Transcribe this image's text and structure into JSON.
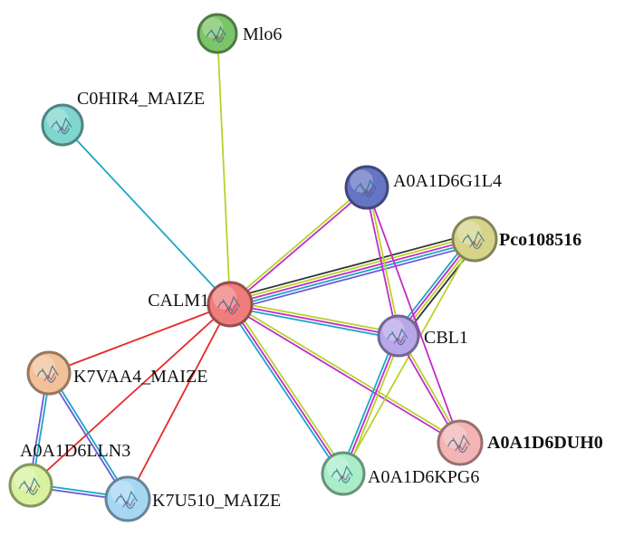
{
  "nodes": [
    {
      "id": "mlo6",
      "label": "Mlo6",
      "color": "#7cc46a",
      "glyph": "protein-structure-icon",
      "bold": false
    },
    {
      "id": "c0hir4",
      "label": "C0HIR4_MAIZE",
      "color": "#7fd6cf",
      "glyph": "protein-structure-icon",
      "bold": false
    },
    {
      "id": "a0a1d6g1l4",
      "label": "A0A1D6G1L4",
      "color": "#6674c4",
      "glyph": "protein-structure-icon",
      "bold": false
    },
    {
      "id": "pco108516",
      "label": "Pco108516",
      "color": "#d6d48a",
      "glyph": "protein-structure-icon",
      "bold": true
    },
    {
      "id": "calm1",
      "label": "CALM1",
      "color": "#f07c7c",
      "glyph": "protein-structure-icon",
      "bold": false
    },
    {
      "id": "cbl1",
      "label": "CBL1",
      "color": "#b7a6e8",
      "glyph": "protein-structure-icon",
      "bold": false
    },
    {
      "id": "k7vaa4",
      "label": "K7VAA4_MAIZE",
      "color": "#f2c19a",
      "glyph": "protein-structure-icon",
      "bold": false
    },
    {
      "id": "a0a1d6lln3",
      "label": "A0A1D6LLN3",
      "color": "#d8f2a0",
      "glyph": "protein-structure-icon",
      "bold": false
    },
    {
      "id": "a0a1d6duh0",
      "label": "A0A1D6DUH0",
      "color": "#f2b4b4",
      "glyph": "protein-structure-icon",
      "bold": true
    },
    {
      "id": "a0a1d6kpg6",
      "label": "A0A1D6KPG6",
      "color": "#a8ecc8",
      "glyph": "protein-structure-icon",
      "bold": false
    },
    {
      "id": "k7u510",
      "label": "K7U510_MAIZE",
      "color": "#a6d6f2",
      "glyph": "protein-structure-icon",
      "bold": false
    }
  ],
  "edges": [
    {
      "from": "calm1",
      "to": "mlo6",
      "colors": [
        "#b8d228"
      ]
    },
    {
      "from": "calm1",
      "to": "c0hir4",
      "colors": [
        "#1aa6c8"
      ]
    },
    {
      "from": "calm1",
      "to": "a0a1d6g1l4",
      "colors": [
        "#b8d228",
        "#c02cc8"
      ]
    },
    {
      "from": "calm1",
      "to": "pco108516",
      "colors": [
        "#333333",
        "#b8d228",
        "#c02cc8",
        "#1aa6c8",
        "#6a5ad8"
      ]
    },
    {
      "from": "calm1",
      "to": "cbl1",
      "colors": [
        "#b8d228",
        "#c02cc8",
        "#1aa6c8"
      ]
    },
    {
      "from": "calm1",
      "to": "a0a1d6duh0",
      "colors": [
        "#b8d228",
        "#c02cc8"
      ]
    },
    {
      "from": "calm1",
      "to": "a0a1d6kpg6",
      "colors": [
        "#b8d228",
        "#c02cc8",
        "#1aa6c8"
      ]
    },
    {
      "from": "calm1",
      "to": "k7vaa4",
      "colors": [
        "#e82828"
      ]
    },
    {
      "from": "calm1",
      "to": "a0a1d6lln3",
      "colors": [
        "#e82828"
      ]
    },
    {
      "from": "calm1",
      "to": "k7u510",
      "colors": [
        "#e82828"
      ]
    },
    {
      "from": "a0a1d6g1l4",
      "to": "cbl1",
      "colors": [
        "#b8d228",
        "#c02cc8"
      ]
    },
    {
      "from": "pco108516",
      "to": "cbl1",
      "colors": [
        "#333333",
        "#b8d228",
        "#c02cc8",
        "#1aa6c8"
      ]
    },
    {
      "from": "pco108516",
      "to": "a0a1d6kpg6",
      "colors": [
        "#b8d228"
      ]
    },
    {
      "from": "cbl1",
      "to": "a0a1d6duh0",
      "colors": [
        "#b8d228",
        "#c02cc8"
      ]
    },
    {
      "from": "cbl1",
      "to": "a0a1d6kpg6",
      "colors": [
        "#b8d228",
        "#c02cc8",
        "#1aa6c8"
      ]
    },
    {
      "from": "a0a1d6g1l4",
      "to": "a0a1d6duh0",
      "colors": [
        "#c02cc8"
      ]
    },
    {
      "from": "k7vaa4",
      "to": "a0a1d6lln3",
      "colors": [
        "#1aa6c8",
        "#6a5ad8"
      ]
    },
    {
      "from": "k7vaa4",
      "to": "k7u510",
      "colors": [
        "#1aa6c8",
        "#6a5ad8"
      ]
    },
    {
      "from": "a0a1d6lln3",
      "to": "k7u510",
      "colors": [
        "#1aa6c8",
        "#6a5ad8"
      ]
    }
  ]
}
